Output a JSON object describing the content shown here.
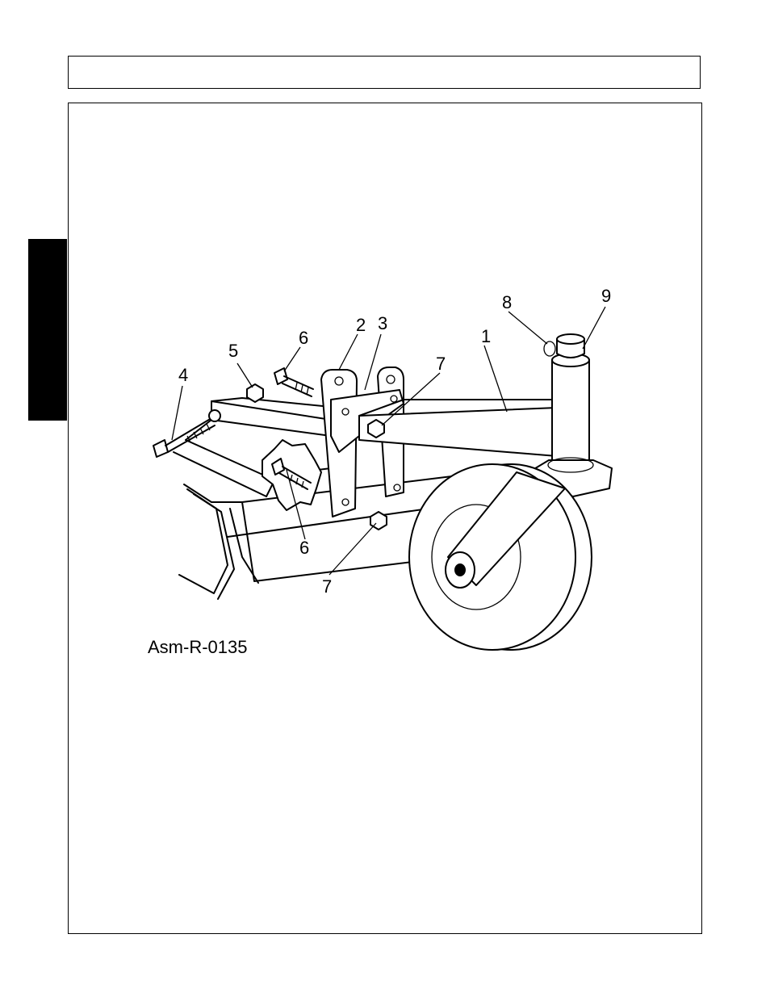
{
  "header": {
    "title": ""
  },
  "figure": {
    "id_label": "Asm-R-0135",
    "callouts": {
      "c1": "1",
      "c2": "2",
      "c3": "3",
      "c4": "4",
      "c5": "5",
      "c6a": "6",
      "c6b": "6",
      "c7a": "7",
      "c7b": "7",
      "c8": "8",
      "c9": "9"
    }
  }
}
